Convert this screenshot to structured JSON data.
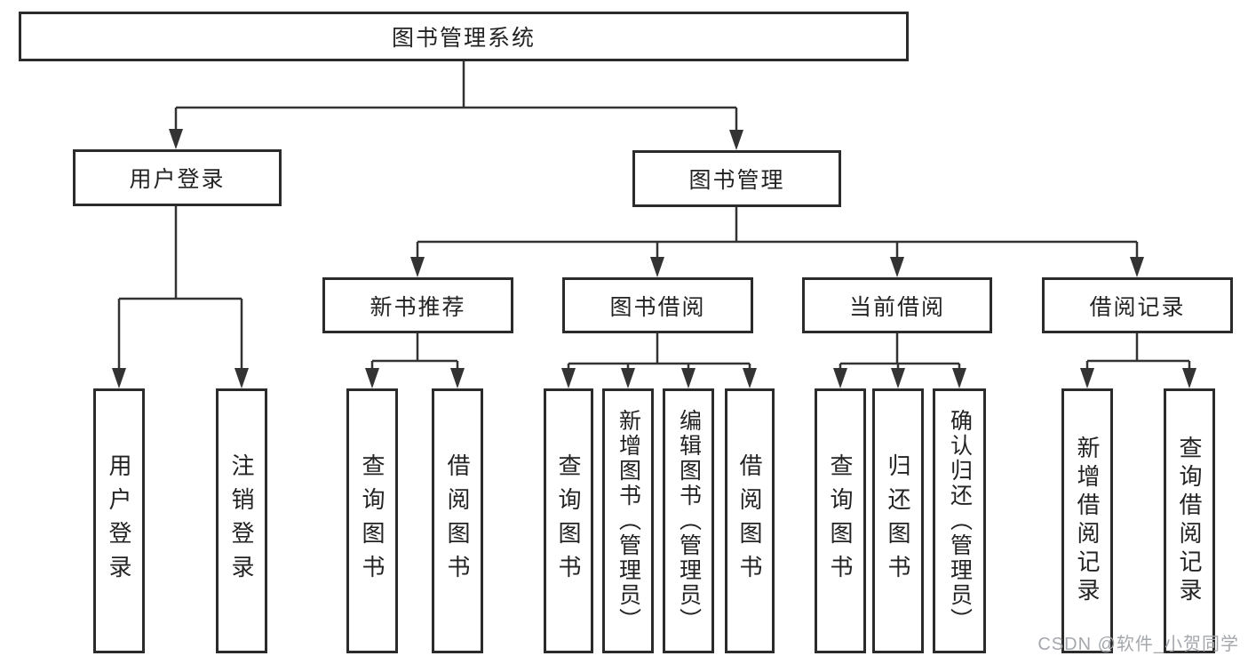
{
  "title": {
    "label": "图书管理系统"
  },
  "level2": [
    {
      "label": "用户登录"
    },
    {
      "label": "图书管理"
    }
  ],
  "level3": [
    {
      "label": "新书推荐"
    },
    {
      "label": "图书借阅"
    },
    {
      "label": "当前借阅"
    },
    {
      "label": "借阅记录"
    }
  ],
  "leaves": {
    "user_login": [
      {
        "label": "用户登录"
      },
      {
        "label": "注销登录"
      }
    ],
    "new_book": [
      {
        "label": "查询图书"
      },
      {
        "label": "借阅图书"
      }
    ],
    "book_borrow": [
      {
        "label": "查询图书"
      },
      {
        "label": "新增图书（管理员）"
      },
      {
        "label": "编辑图书（管理员）"
      },
      {
        "label": "借阅图书"
      }
    ],
    "current_borrow": [
      {
        "label": "查询图书"
      },
      {
        "label": "归还图书"
      },
      {
        "label": "确认归还（管理员）"
      }
    ],
    "borrow_records": [
      {
        "label": "新增借阅记录"
      },
      {
        "label": "查询借阅记录"
      }
    ]
  },
  "watermark": {
    "text": "CSDN @软件_小贺同学"
  },
  "colors": {
    "line": "#333333",
    "box_border": "#2b2b2b",
    "text": "#232323",
    "watermark": "#a4a8ad",
    "background": "#ffffff"
  }
}
